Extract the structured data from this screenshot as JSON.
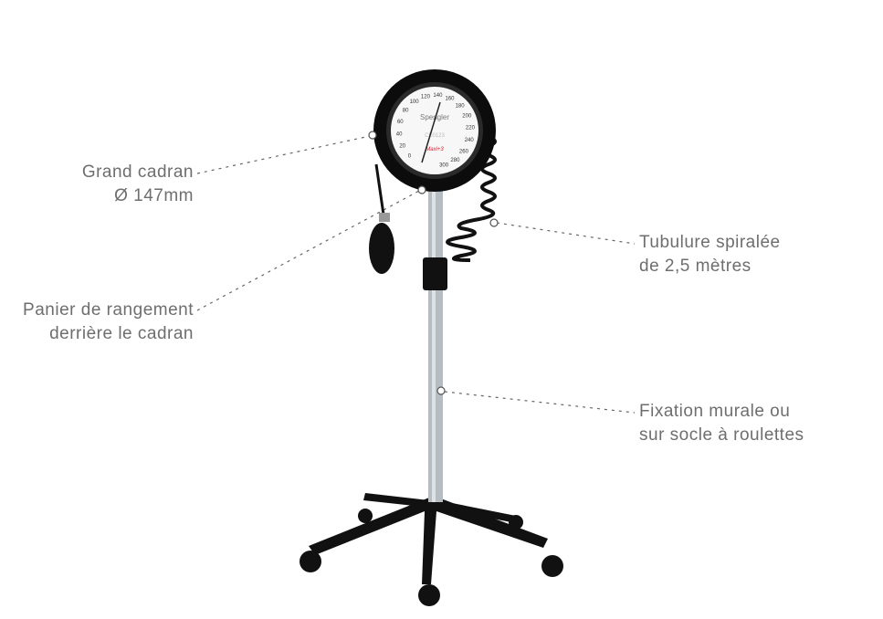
{
  "labels": {
    "dial": {
      "line1": "Grand cadran",
      "line2": "Ø 147mm"
    },
    "basket": {
      "line1": "Panier de rangement",
      "line2": "derrière le cadran"
    },
    "tube": {
      "line1": "Tubulure spiralée",
      "line2": "de 2,5 mètres"
    },
    "mount": {
      "line1": "Fixation murale ou",
      "line2": "sur socle à roulettes"
    }
  },
  "gauge": {
    "brand": "Spengler",
    "model": "CE0123",
    "logo": "Maxi+3",
    "scale": [
      "0",
      "20",
      "40",
      "60",
      "80",
      "100",
      "120",
      "140",
      "160",
      "180",
      "200",
      "220",
      "240",
      "260",
      "280",
      "300"
    ]
  },
  "colors": {
    "text": "#6e6e6e",
    "dotted": "#666666",
    "accent": "#cc2233"
  }
}
